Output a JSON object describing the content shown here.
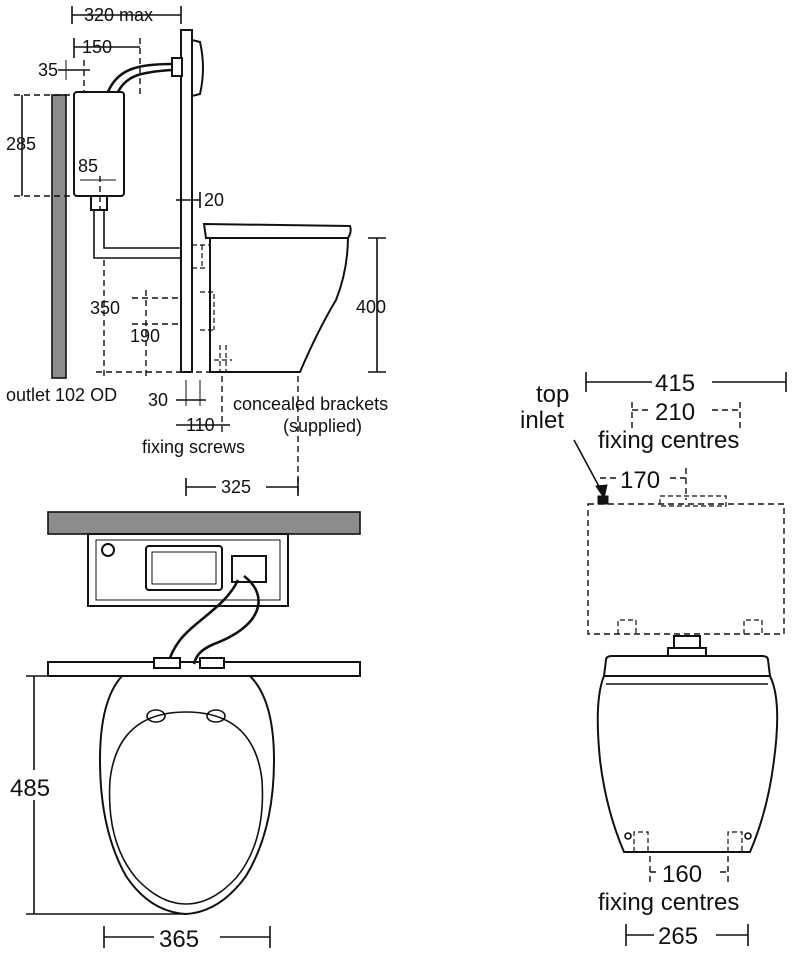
{
  "side_view": {
    "dims": {
      "max_320": "320 max",
      "d150": "150",
      "d35": "35",
      "d285": "285",
      "d85": "85",
      "d20": "20",
      "d350": "350",
      "d190": "190",
      "d400": "400",
      "d30": "30",
      "d110": "110",
      "d325": "325"
    },
    "labels": {
      "outlet": "outlet 102 OD",
      "concealed_line1": "concealed brackets",
      "concealed_line2": "(supplied)",
      "fixing_screws": "fixing screws"
    }
  },
  "plan_view": {
    "dims": {
      "d485": "485",
      "d365": "365"
    }
  },
  "front_view": {
    "dims": {
      "d415": "415",
      "d210": "210",
      "fixing_centres_top": "fixing centres",
      "d170": "170",
      "d160": "160",
      "fixing_centres_bottom": "fixing centres",
      "d265": "265"
    },
    "labels": {
      "top": "top",
      "inlet": "inlet"
    }
  },
  "colors": {
    "line": "#111111",
    "wall_grey": "#8c8c8c",
    "background": "#ffffff"
  }
}
